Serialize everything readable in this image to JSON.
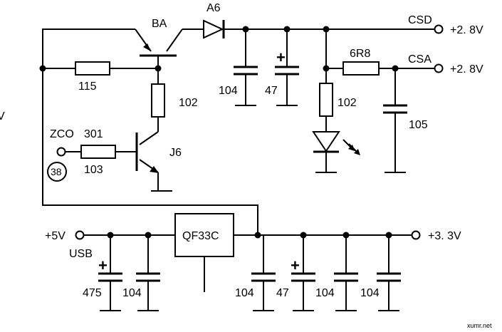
{
  "components": {
    "transistor_ba": "BA",
    "transistor_j6": "J6",
    "diode_a6": "A6",
    "resistor_115": "115",
    "resistor_102_a": "102",
    "resistor_103": "103",
    "resistor_102_b": "102",
    "resistor_6r8": "6R8",
    "cap_104_a": "104",
    "cap_47_a": "47",
    "cap_105": "105",
    "regulator": "QF33C",
    "cap_475": "475",
    "cap_104_b": "104",
    "cap_104_c": "104",
    "cap_47_b": "47",
    "cap_104_d": "104",
    "cap_104_e": "104"
  },
  "nets": {
    "csd": "CSD",
    "csd_voltage": "+2. 8V",
    "csa": "CSA",
    "csa_voltage": "+2. 8V",
    "input_voltage": "+5V",
    "usb": "USB",
    "output_voltage": "+3. 3V",
    "zco": "ZCO",
    "zco_value": "301",
    "circle_marker": "38",
    "edge_fragment": "V"
  },
  "polarity_mark": "+",
  "watermark": "xumr.net"
}
